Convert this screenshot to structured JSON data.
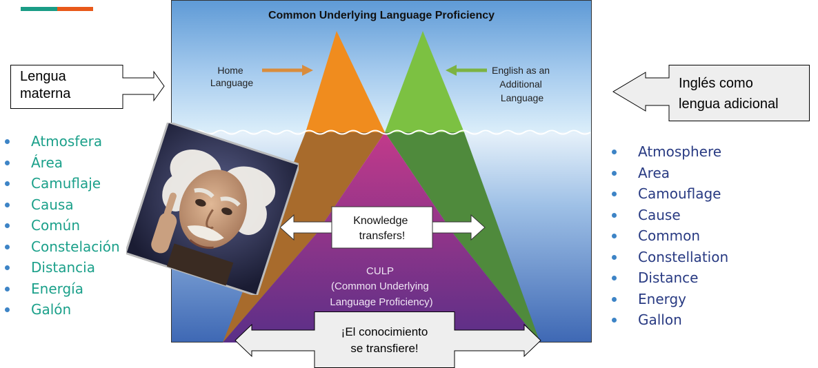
{
  "diagram": {
    "title": "Common Underlying Language Proficiency",
    "home_language": [
      "Home",
      "Language"
    ],
    "additional_language": [
      "English as an",
      "Additional",
      "Language"
    ],
    "knowledge_transfers": [
      "Knowledge",
      "transfers!"
    ],
    "culp": [
      "CULP",
      "(Common Underlying",
      "Language Proficiency)"
    ]
  },
  "left_callout": {
    "lines": [
      "Lengua",
      "materna"
    ]
  },
  "right_callout": {
    "lines": [
      "Inglés como",
      "lengua adicional"
    ]
  },
  "bottom_callout": {
    "lines": [
      "¡El conocimiento",
      "se transfiere!"
    ]
  },
  "spanish_words": [
    "Atmosfera",
    "Área",
    "Camuflaje",
    "Causa",
    "Común",
    "Constelación",
    "Distancia",
    "Energía",
    "Galón"
  ],
  "english_words": [
    "Atmosphere",
    "Area",
    "Camouflage",
    "Cause",
    "Common",
    "Constellation",
    "Distance",
    "Energy",
    "Gallon"
  ],
  "colors": {
    "accent_teal": "#1a9c86",
    "accent_orange": "#e8591a",
    "spanish_text": "#1ba08a",
    "english_text": "#283a82",
    "bullet": "#3d84c6",
    "home_peak": "#f08c1e",
    "additional_peak": "#7cc142",
    "culp_purple": "#8a3a8e",
    "callout_fill": "#eeeeee"
  },
  "photo_icon": "einstein-portrait"
}
